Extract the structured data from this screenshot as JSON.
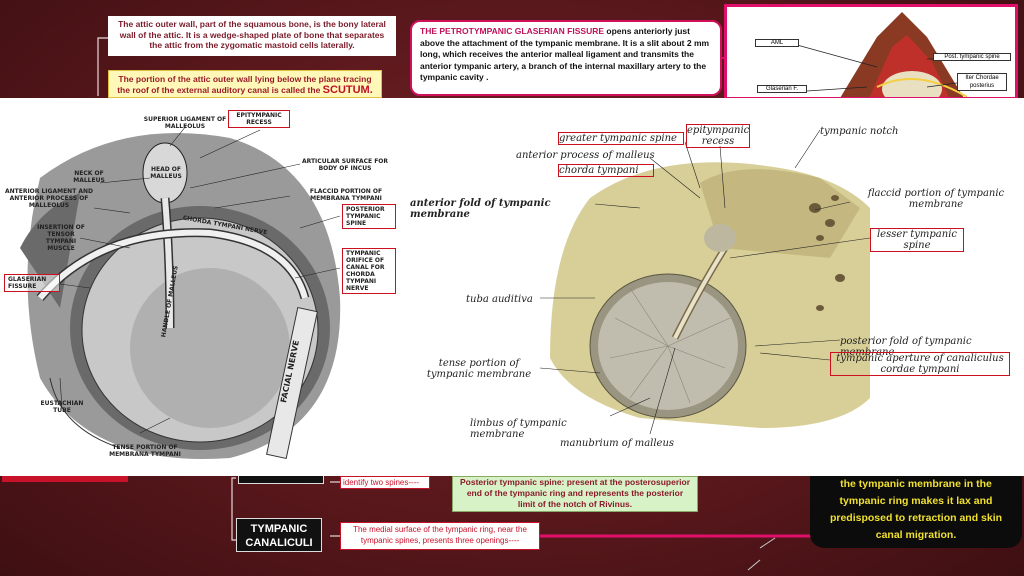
{
  "top_left": {
    "note1": "The attic outer wall, part of the squamous bone, is the bony lateral wall of the attic. It is a wedge-shaped plate of bone that separates the attic from the zygomatic mastoid cells laterally.",
    "note2_prefix": "The portion of the attic outer wall lying below the plane tracing the roof of the external auditory canal is called the ",
    "note2_emphasis": "SCUTUM."
  },
  "top_center": {
    "title": "THE PETROTYMPANIC GLASERIAN FISSURE",
    "text": " opens anteriorly just above the attachment of the tympanic membrane. It is a slit about 2 mm long, which receives the anterior malleal ligament and transmits the anterior tympanic artery, a branch of the internal maxillary artery to the tympanic cavity ."
  },
  "top_right_diagram": {
    "labels": [
      "AML",
      "Post. tympanic spine",
      "Iter Chordae posterius",
      "Glaserian F."
    ]
  },
  "left_figure": {
    "labels": {
      "sup_lig": "SUPERIOR LIGAMENT OF MALLEOLUS",
      "epi": "EPITYMPANIC RECESS",
      "neck": "NECK OF MALLEUS",
      "head": "HEAD OF MALLEUS",
      "artic": "ARTICULAR SURFACE FOR BODY OF INCUS",
      "ant_lig": "ANTERIOR LIGAMENT AND ANTERIOR PROCESS OF MALLEOLUS",
      "flaccid": "FLACCID PORTION OF MEMBRANA TYMPANI",
      "tensor": "INSERTION OF TENSOR TYMPANI MUSCLE",
      "post_spine": "POSTERIOR TYMPANIC SPINE",
      "chorda": "CHORDA TYMPANI NERVE",
      "glaserian": "GLASERIAN FISSURE",
      "orifice": "TYMPANIC ORIFICE OF CANAL FOR CHORDA TYMPANI NERVE",
      "handle": "HANDLE OF MALLEUS",
      "facial": "FACIAL NERVE",
      "eust": "EUSTACHIAN TUBE",
      "tense": "TENSE PORTION OF MEMBRANA TYMPANI"
    }
  },
  "right_figure": {
    "labels": {
      "greater": "greater tympanic spine",
      "epi": "epitympanic recess",
      "notch": "tympanic notch",
      "ant_proc": "anterior process of malleus",
      "chorda": "chorda tympani",
      "ant_fold": "anterior fold of tympanic membrane",
      "flaccid": "flaccid portion of tympanic membrane",
      "lesser": "lesser tympanic spine",
      "tuba": "tuba auditiva",
      "post_fold": "posterior fold of tympanic membrane",
      "aperture": "tympanic aperture of canaliculus cordae tympani",
      "tense": "tense portion of tympanic membrane",
      "limbus": "limbus of tympanic membrane",
      "manubrium": "manubrium of malleus"
    }
  },
  "bottom": {
    "identify": "identify two spines----",
    "post_spine_text": "Posterior tympanic spine: present at the posterosuperior end of the tympanic ring and represents the posterior limit of the notch of Rivinus.",
    "canaliculi_label": "TYMPANIC CANALICULI",
    "medial_text": "The medial surface of the tympanic ring, near the tympanic spines, presents three openings----",
    "black_note": "the tympanic membrane in the tympanic ring makes it lax and predisposed to retraction and skin canal migration."
  }
}
